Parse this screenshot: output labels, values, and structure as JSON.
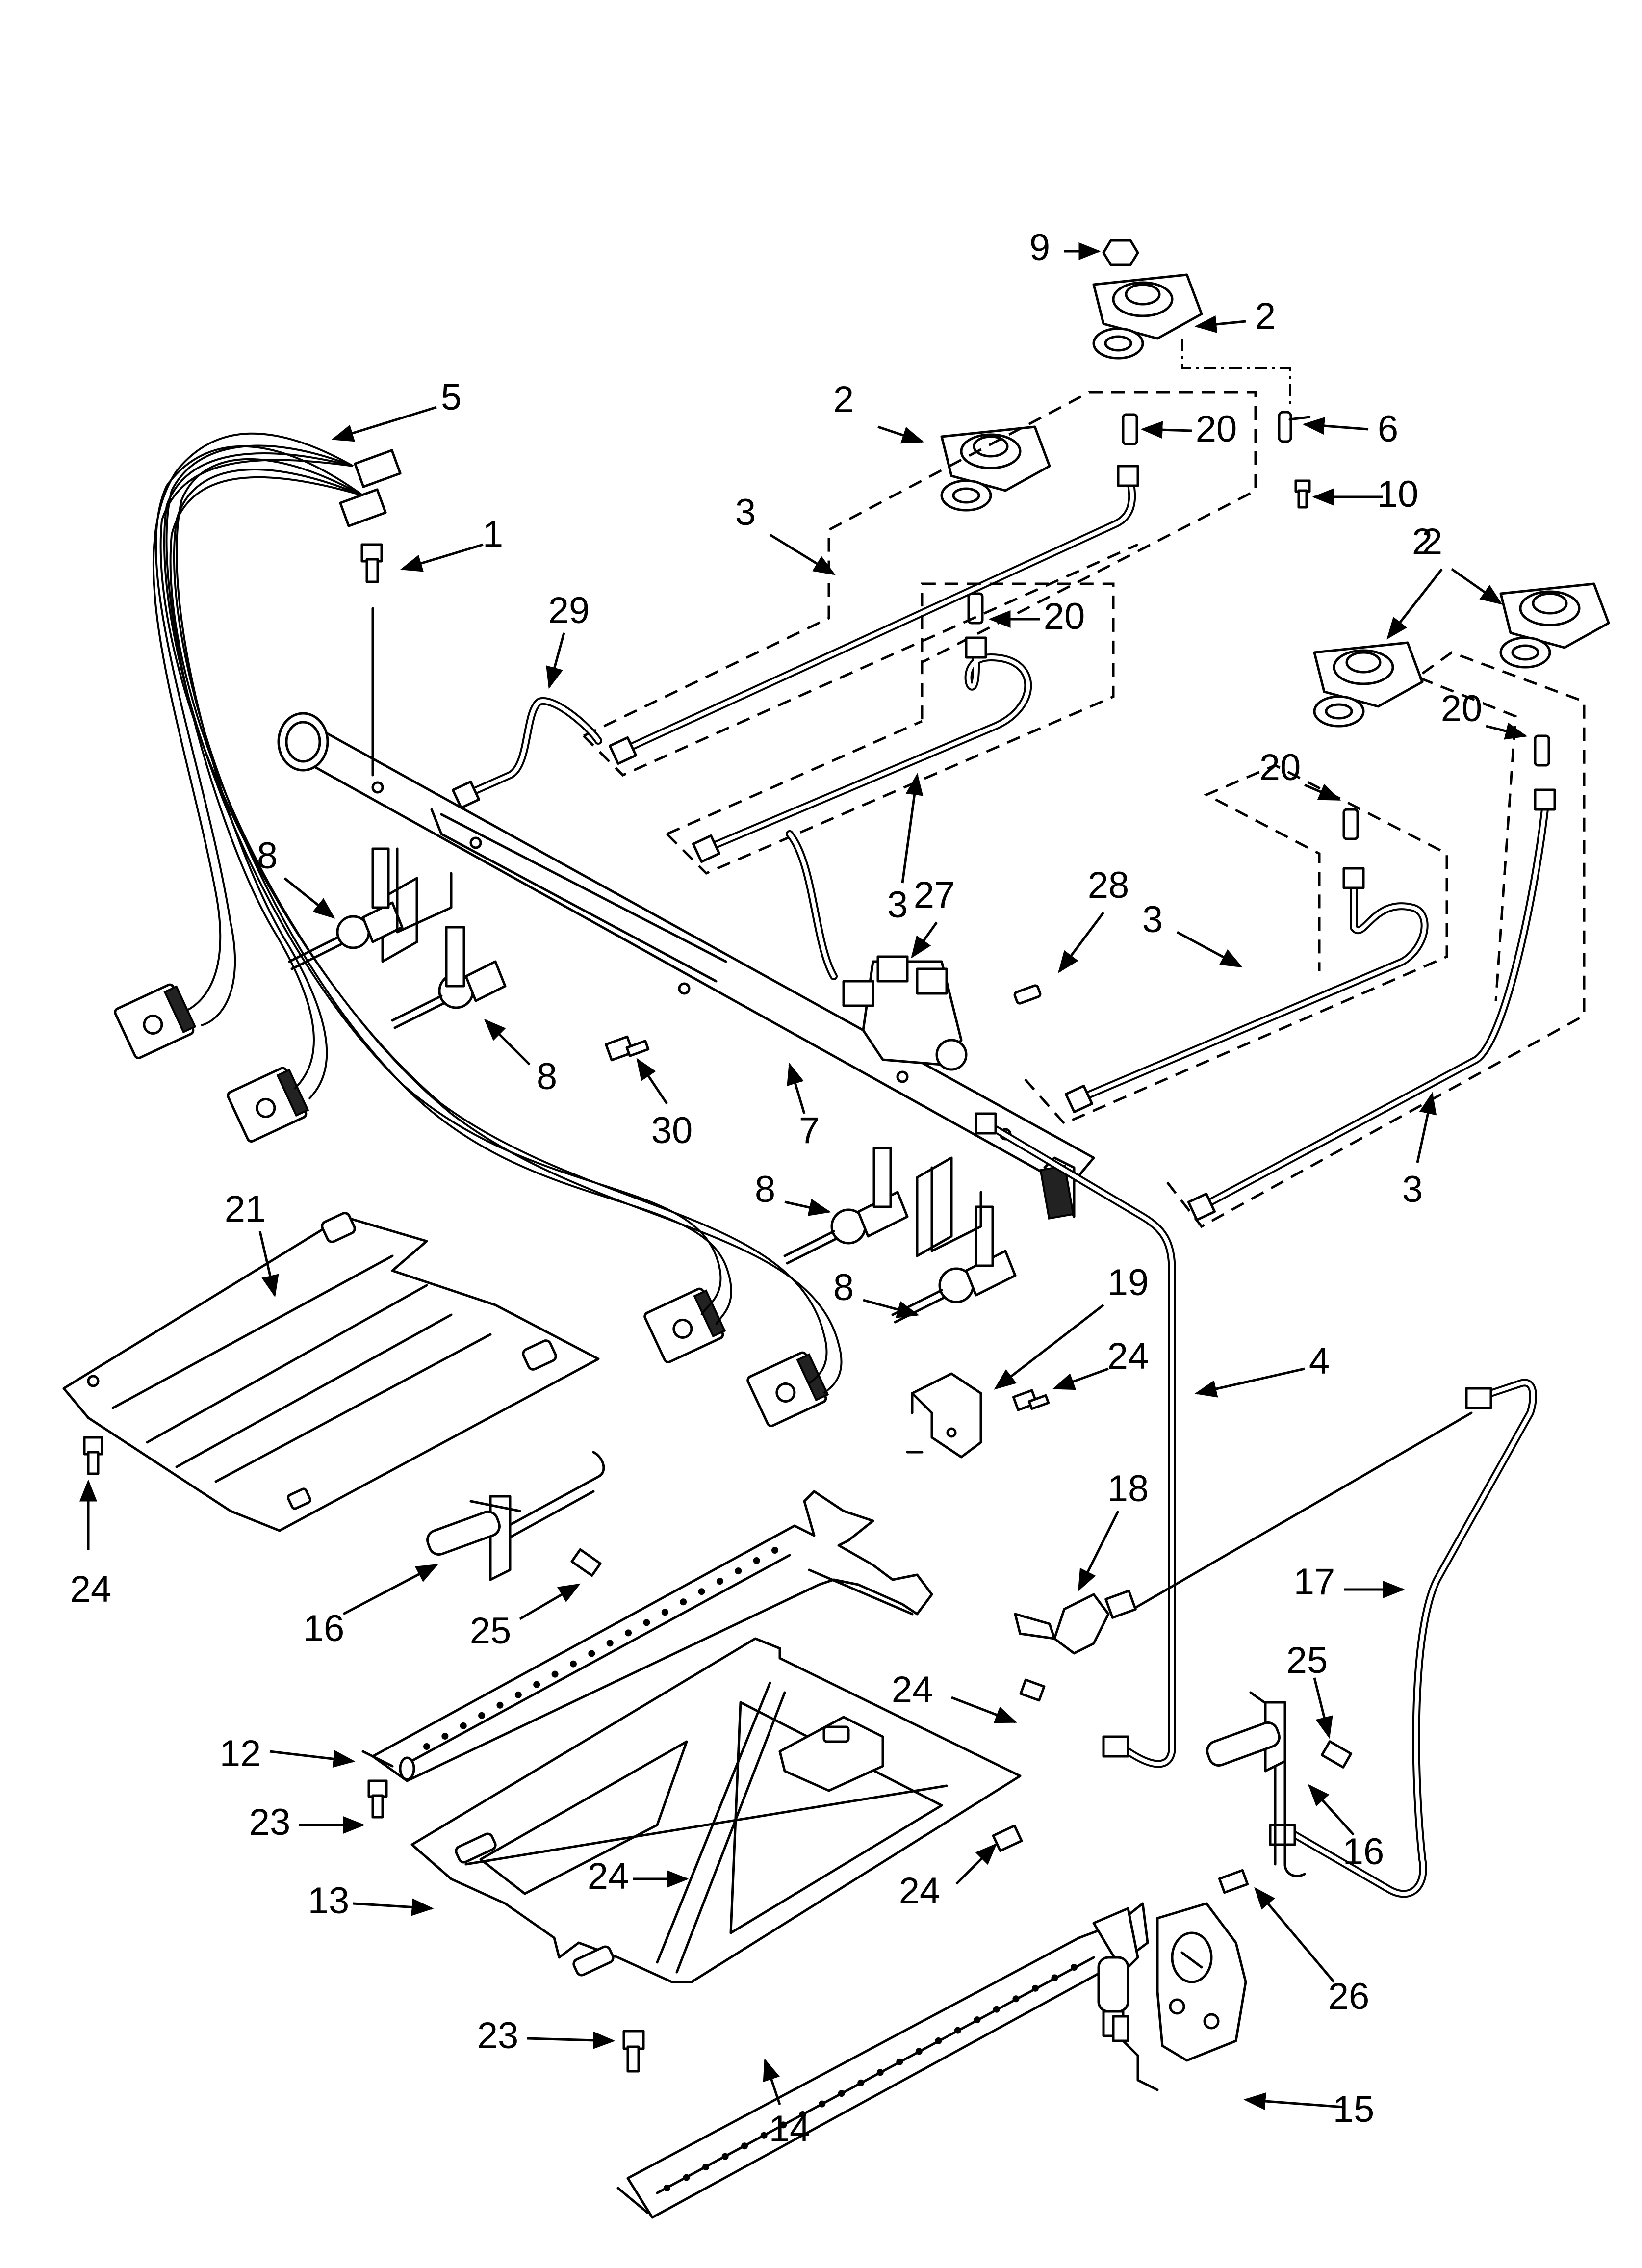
{
  "diagram": {
    "callouts": [
      "1",
      "2",
      "2",
      "2",
      "2",
      "3",
      "3",
      "3",
      "3",
      "4",
      "5",
      "6",
      "7",
      "8",
      "8",
      "8",
      "8",
      "9",
      "10",
      "12",
      "13",
      "14",
      "15",
      "16",
      "16",
      "17",
      "18",
      "19",
      "20",
      "20",
      "20",
      "20",
      "21",
      "23",
      "23",
      "24",
      "24",
      "24",
      "24",
      "24",
      "25",
      "25",
      "26",
      "27",
      "28",
      "29",
      "30"
    ]
  },
  "colors": {
    "line": "#000000",
    "background": "#ffffff"
  }
}
